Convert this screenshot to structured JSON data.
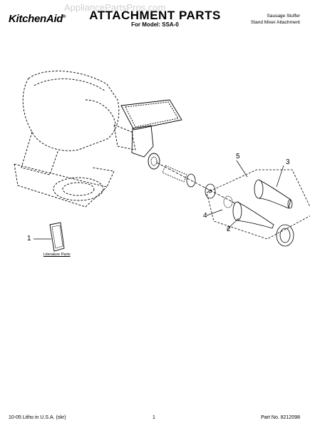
{
  "header": {
    "brand": "KitchenAid",
    "brand_mark": "®",
    "watermark": "AppliancePartsPros.com",
    "title": "ATTACHMENT PARTS",
    "model_line": "For Model: SSA-0",
    "description_line1": "Sausage Stuffer",
    "description_line2": "Stand Mixer Attachment"
  },
  "callouts": {
    "c1": "1",
    "c2": "2",
    "c3": "3",
    "c4": "4",
    "c5": "5"
  },
  "literature_label": "Literature Parts",
  "footer": {
    "litho": "10-05 Litho in U.S.A. (skr)",
    "page": "1",
    "part_no": "Part No. 8212098"
  }
}
